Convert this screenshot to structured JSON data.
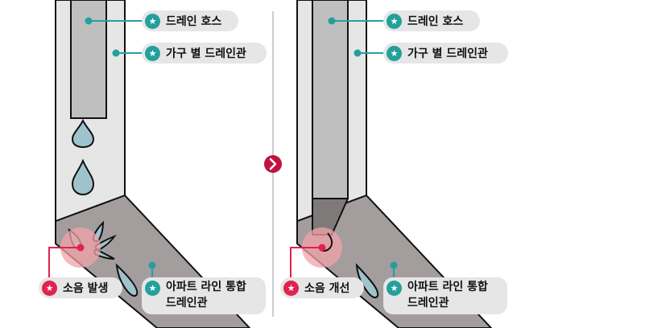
{
  "colors": {
    "teal": "#24a09c",
    "red": "#e0224f",
    "arrow": "#c0123f",
    "pipe_fill": "#e6e6e6",
    "drain_fill": "#a39d9d",
    "hose_fill": "#bfbfbf",
    "water": "#9fc3cc",
    "label_bg": "#e6e6e6"
  },
  "left_panel": {
    "drain_hose": "드레인 호스",
    "furniture_drain": "가구 별 드레인관",
    "noise": "소음 발생",
    "apartment_drain_1": "아파트 라인 통합",
    "apartment_drain_2": "드레인관"
  },
  "right_panel": {
    "drain_hose": "드레인 호스",
    "furniture_drain": "가구 별 드레인관",
    "noise": "소음 개선",
    "apartment_drain_1": "아파트 라인 통합",
    "apartment_drain_2": "드레인관"
  },
  "icons": {
    "badge": "star-icon",
    "transition": "chevron-right-icon"
  }
}
